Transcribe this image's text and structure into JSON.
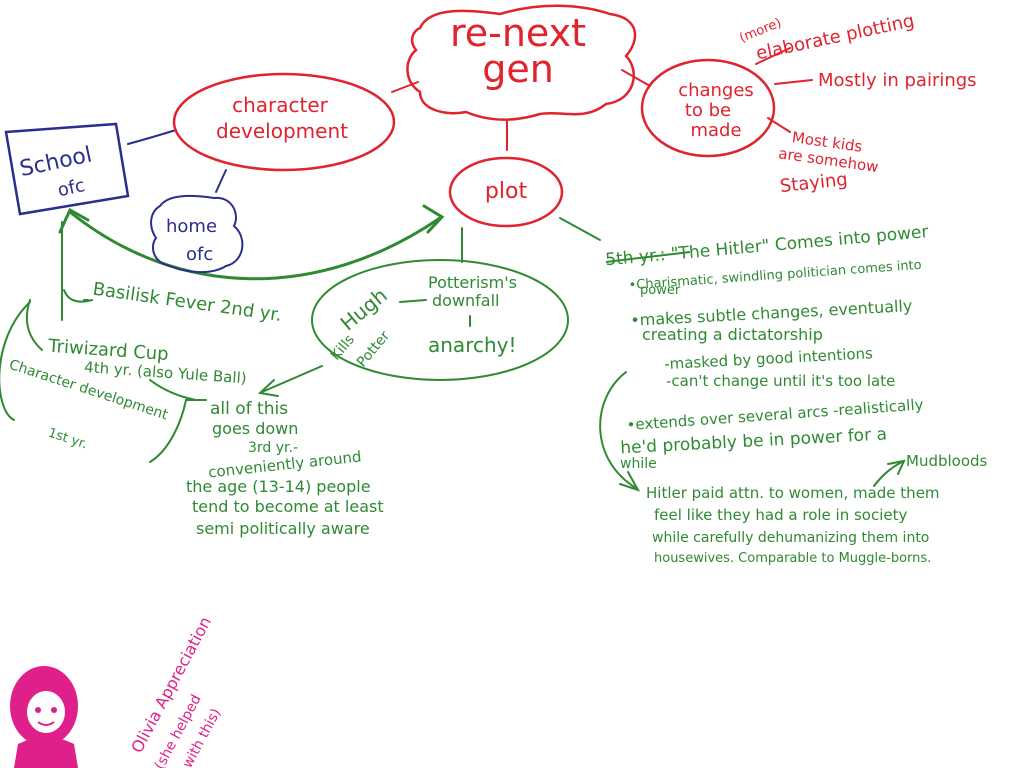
{
  "colors": {
    "red": "#e0232d",
    "green": "#2f8a33",
    "blue": "#2b2d8f",
    "pink": "#e0208a"
  },
  "central": {
    "line1": "re-next",
    "line2": "gen"
  },
  "character_development": {
    "line1": "character",
    "line2": "development"
  },
  "school_ofc": {
    "line1": "School",
    "line2": "ofc"
  },
  "home_ofc": {
    "line1": "home",
    "line2": "ofc"
  },
  "plot": {
    "label": "plot"
  },
  "changes": {
    "line1": "changes",
    "line2": "to be",
    "line3": "made",
    "branch1_prefix": "(more)",
    "branch1": "elaborate plotting",
    "branch2": "Mostly in pairings",
    "branch3_line1": "Most kids",
    "branch3_line2": "are somehow",
    "branch3_line3": "Staying"
  },
  "hugh_bubble": {
    "hugh_line1": "Hugh",
    "hugh_line2": "Kills",
    "hugh_line3": "Potter",
    "downfall_line1": "Potterism's",
    "downfall_line2": "downfall",
    "anarchy": "anarchy!"
  },
  "timeline": {
    "basilisk": "Basilisk Fever 2nd yr.",
    "triwizard_line1": "Triwizard Cup",
    "triwizard_line2": "4th yr. (also Yule Ball)",
    "chardev_line1": "Character development",
    "chardev_line2": "1st yr."
  },
  "all_of_this": {
    "line1": "all of this",
    "line2": "goes down",
    "line3": "3rd yr.-",
    "line4": "conveniently around",
    "line5": "the age (13-14) people",
    "line6": "tend to become at least",
    "line7": "semi politically aware"
  },
  "fifth_year": {
    "heading": "5th yr.: \"The Hitler\" Comes into power",
    "bullet1_line1": "•Charismatic, swindling politician comes into",
    "bullet1_line2": "power",
    "bullet2_line1": "•makes subtle changes, eventually",
    "bullet2_line2": "creating a dictatorship",
    "sub1": "-masked by good intentions",
    "sub2": "-can't change until it's too late",
    "bullet3_line1": "•extends over several arcs -realistically",
    "bullet3_line2": "he'd probably be in power for a",
    "bullet3_line3": "while",
    "mudbloods": "Mudbloods",
    "hitler_line1": "Hitler paid attn. to women, made them",
    "hitler_line2": "feel like they had a role in society",
    "hitler_line3": "while carefully dehumanizing them into",
    "hitler_line4": "housewives. Comparable to Muggle-borns."
  },
  "signature": {
    "line1": "Olivia Appreciation",
    "line2": "(she helped",
    "line3": "with this)"
  }
}
